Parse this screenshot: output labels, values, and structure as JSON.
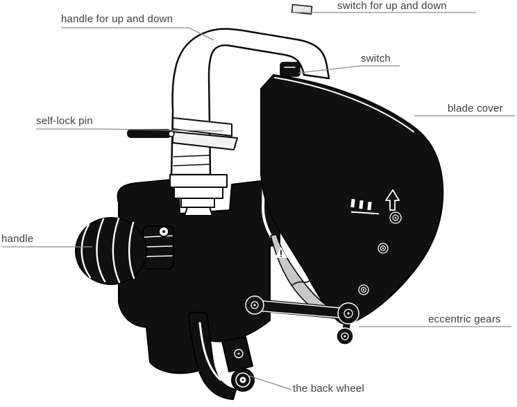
{
  "diagram": {
    "type": "labeled-parts-diagram",
    "subject_labels_count": 8,
    "labels": [
      {
        "id": "switch-for-up-and-down",
        "text": "switch for up and down"
      },
      {
        "id": "handle-for-up-and-down",
        "text": "handle for up and down"
      },
      {
        "id": "switch",
        "text": "switch"
      },
      {
        "id": "self-lock-pin",
        "text": "self-lock pin"
      },
      {
        "id": "blade-cover",
        "text": "blade cover"
      },
      {
        "id": "handle",
        "text": "handle"
      },
      {
        "id": "eccentric-gears",
        "text": "eccentric gears"
      },
      {
        "id": "back-wheel",
        "text": "the back wheel"
      }
    ],
    "markings": {
      "cover_direction_arrow": "up-arrow"
    },
    "colors": {
      "ink": "#101010",
      "label_text": "#3d3d3d",
      "leader_line": "#8c8c8c",
      "background": "#ffffff",
      "inner_guard_band": "#c8c8c8"
    }
  }
}
